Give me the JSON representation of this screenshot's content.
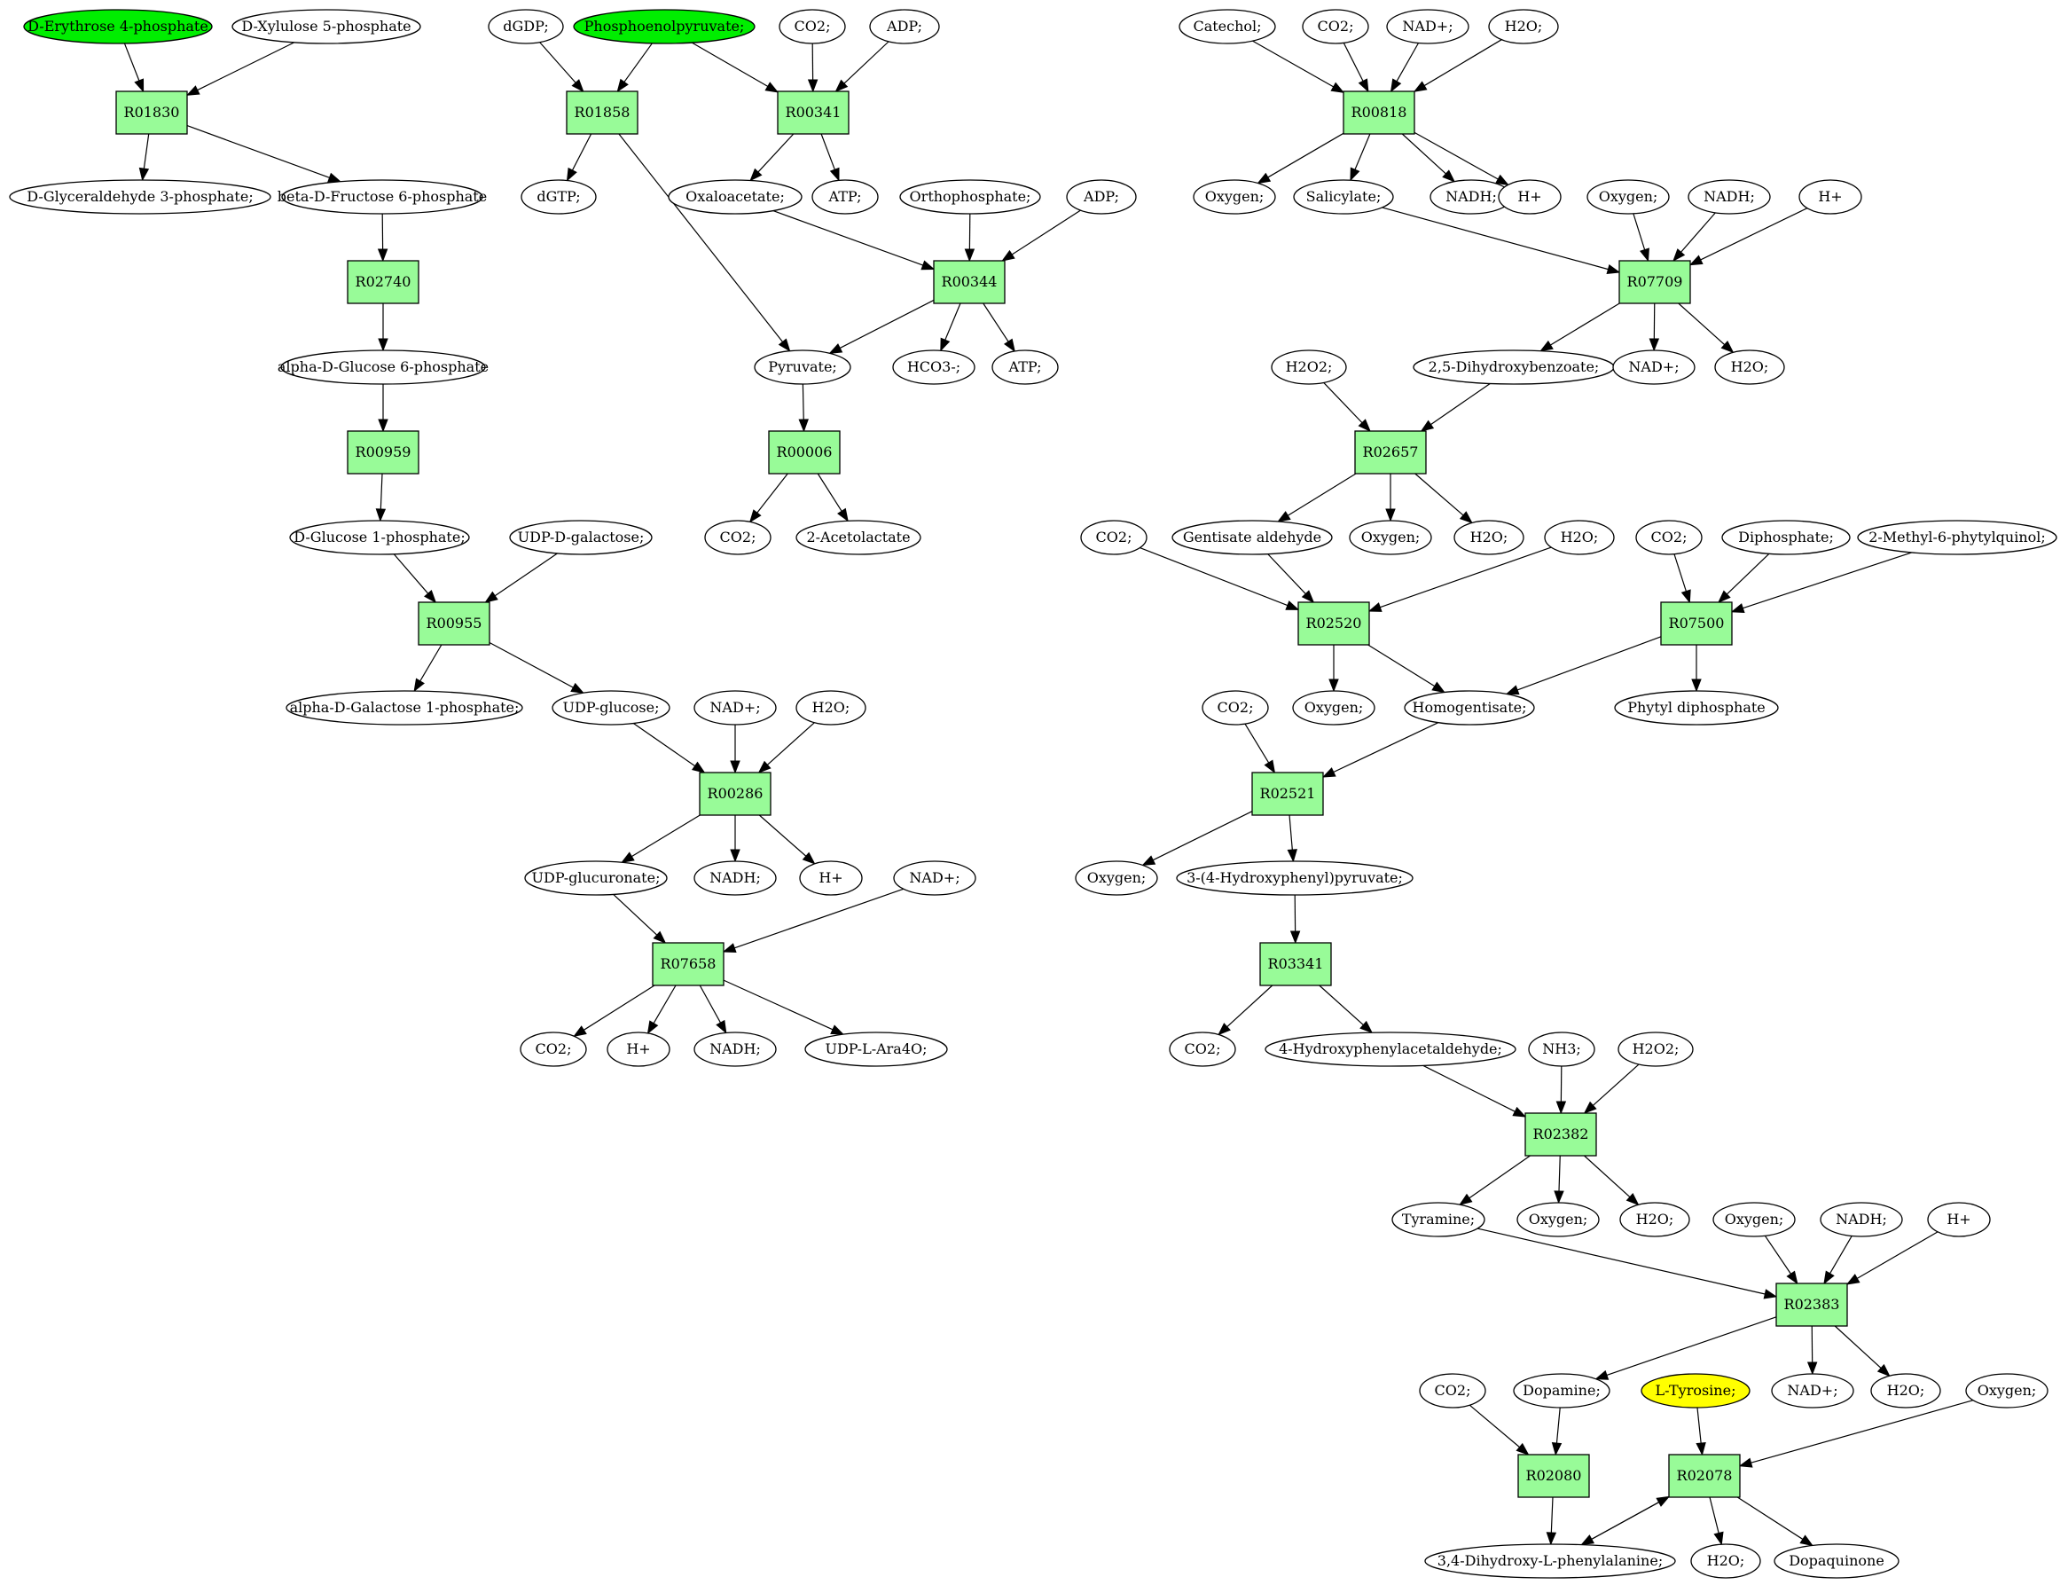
{
  "colors": {
    "reaction_fill": "#98fb98",
    "start_fill": "#00ee00",
    "target_fill": "#ffff00",
    "default_fill": "#ffffff",
    "stroke": "#000000"
  },
  "nodes": [
    {
      "id": "c_e4p",
      "label": "D-Erythrose 4-phosphate",
      "kind": "start"
    },
    {
      "id": "c_x5p",
      "label": "D-Xylulose 5-phosphate",
      "kind": "compound"
    },
    {
      "id": "r01830",
      "label": "R01830",
      "kind": "reaction"
    },
    {
      "id": "c_g3p",
      "label": "D-Glyceraldehyde 3-phosphate;",
      "kind": "compound"
    },
    {
      "id": "c_f6p",
      "label": "beta-D-Fructose 6-phosphate",
      "kind": "compound"
    },
    {
      "id": "r02740",
      "label": "R02740",
      "kind": "reaction"
    },
    {
      "id": "c_g6p",
      "label": "alpha-D-Glucose 6-phosphate",
      "kind": "compound"
    },
    {
      "id": "r00959",
      "label": "R00959",
      "kind": "reaction"
    },
    {
      "id": "c_g1p",
      "label": "D-Glucose 1-phosphate;",
      "kind": "compound"
    },
    {
      "id": "c_udpgal",
      "label": "UDP-D-galactose;",
      "kind": "compound"
    },
    {
      "id": "r00955",
      "label": "R00955",
      "kind": "reaction"
    },
    {
      "id": "c_gal1p",
      "label": "alpha-D-Galactose 1-phosphate;",
      "kind": "compound"
    },
    {
      "id": "c_udpglc",
      "label": "UDP-glucose;",
      "kind": "compound"
    },
    {
      "id": "c_nadp1",
      "label": "NAD+;",
      "kind": "compound"
    },
    {
      "id": "c_h2o1",
      "label": "H2O;",
      "kind": "compound"
    },
    {
      "id": "r00286",
      "label": "R00286",
      "kind": "reaction"
    },
    {
      "id": "c_udpglcua",
      "label": "UDP-glucuronate;",
      "kind": "compound"
    },
    {
      "id": "c_nadh1",
      "label": "NADH;",
      "kind": "compound"
    },
    {
      "id": "c_h1",
      "label": "H+",
      "kind": "compound"
    },
    {
      "id": "c_nadp2",
      "label": "NAD+;",
      "kind": "compound"
    },
    {
      "id": "r07658",
      "label": "R07658",
      "kind": "reaction"
    },
    {
      "id": "c_co2a",
      "label": "CO2;",
      "kind": "compound"
    },
    {
      "id": "c_h2",
      "label": "H+",
      "kind": "compound"
    },
    {
      "id": "c_nadh2",
      "label": "NADH;",
      "kind": "compound"
    },
    {
      "id": "c_udpara",
      "label": "UDP-L-Ara4O;",
      "kind": "compound"
    },
    {
      "id": "c_dgdp",
      "label": "dGDP;",
      "kind": "compound"
    },
    {
      "id": "c_pep",
      "label": "Phosphoenolpyruvate;",
      "kind": "start"
    },
    {
      "id": "c_co2b",
      "label": "CO2;",
      "kind": "compound"
    },
    {
      "id": "c_adp1",
      "label": "ADP;",
      "kind": "compound"
    },
    {
      "id": "r01858",
      "label": "R01858",
      "kind": "reaction"
    },
    {
      "id": "r00341",
      "label": "R00341",
      "kind": "reaction"
    },
    {
      "id": "c_dgtp",
      "label": "dGTP;",
      "kind": "compound"
    },
    {
      "id": "c_oaa",
      "label": "Oxaloacetate;",
      "kind": "compound"
    },
    {
      "id": "c_atp1",
      "label": "ATP;",
      "kind": "compound"
    },
    {
      "id": "c_pi",
      "label": "Orthophosphate;",
      "kind": "compound"
    },
    {
      "id": "c_adp2",
      "label": "ADP;",
      "kind": "compound"
    },
    {
      "id": "r00344",
      "label": "R00344",
      "kind": "reaction"
    },
    {
      "id": "c_pyr",
      "label": "Pyruvate;",
      "kind": "compound"
    },
    {
      "id": "c_hco3",
      "label": "HCO3-;",
      "kind": "compound"
    },
    {
      "id": "c_atp2",
      "label": "ATP;",
      "kind": "compound"
    },
    {
      "id": "r00006",
      "label": "R00006",
      "kind": "reaction"
    },
    {
      "id": "c_co2c",
      "label": "CO2;",
      "kind": "compound"
    },
    {
      "id": "c_acl",
      "label": "2-Acetolactate",
      "kind": "compound"
    },
    {
      "id": "c_cat",
      "label": "Catechol;",
      "kind": "compound"
    },
    {
      "id": "c_co2d",
      "label": "CO2;",
      "kind": "compound"
    },
    {
      "id": "c_nadp3",
      "label": "NAD+;",
      "kind": "compound"
    },
    {
      "id": "c_h2o2",
      "label": "H2O;",
      "kind": "compound"
    },
    {
      "id": "r00818",
      "label": "R00818",
      "kind": "reaction"
    },
    {
      "id": "c_o2a",
      "label": "Oxygen;",
      "kind": "compound"
    },
    {
      "id": "c_sal",
      "label": "Salicylate;",
      "kind": "compound"
    },
    {
      "id": "c_nadh3",
      "label": "NADH;",
      "kind": "compound"
    },
    {
      "id": "c_h3",
      "label": "H+",
      "kind": "compound"
    },
    {
      "id": "c_o2b",
      "label": "Oxygen;",
      "kind": "compound"
    },
    {
      "id": "c_nadh4",
      "label": "NADH;",
      "kind": "compound"
    },
    {
      "id": "c_h4",
      "label": "H+",
      "kind": "compound"
    },
    {
      "id": "r07709",
      "label": "R07709",
      "kind": "reaction"
    },
    {
      "id": "c_h2o2b",
      "label": "H2O2;",
      "kind": "compound"
    },
    {
      "id": "c_dhb",
      "label": "2,5-Dihydroxybenzoate;",
      "kind": "compound"
    },
    {
      "id": "c_nadp4",
      "label": "NAD+;",
      "kind": "compound"
    },
    {
      "id": "c_h2o3",
      "label": "H2O;",
      "kind": "compound"
    },
    {
      "id": "r02657",
      "label": "R02657",
      "kind": "reaction"
    },
    {
      "id": "c_co2e",
      "label": "CO2;",
      "kind": "compound"
    },
    {
      "id": "c_gald",
      "label": "Gentisate aldehyde",
      "kind": "compound"
    },
    {
      "id": "c_o2c",
      "label": "Oxygen;",
      "kind": "compound"
    },
    {
      "id": "c_h2o4",
      "label": "H2O;",
      "kind": "compound"
    },
    {
      "id": "c_h2o5",
      "label": "H2O;",
      "kind": "compound"
    },
    {
      "id": "c_co2f",
      "label": "CO2;",
      "kind": "compound"
    },
    {
      "id": "c_ppi",
      "label": "Diphosphate;",
      "kind": "compound"
    },
    {
      "id": "c_mpq",
      "label": "2-Methyl-6-phytylquinol;",
      "kind": "compound"
    },
    {
      "id": "r02520",
      "label": "R02520",
      "kind": "reaction"
    },
    {
      "id": "r07500",
      "label": "R07500",
      "kind": "reaction"
    },
    {
      "id": "c_co2g",
      "label": "CO2;",
      "kind": "compound"
    },
    {
      "id": "c_o2d",
      "label": "Oxygen;",
      "kind": "compound"
    },
    {
      "id": "c_hga",
      "label": "Homogentisate;",
      "kind": "compound"
    },
    {
      "id": "c_phytpp",
      "label": "Phytyl diphosphate",
      "kind": "compound"
    },
    {
      "id": "r02521",
      "label": "R02521",
      "kind": "reaction"
    },
    {
      "id": "c_o2e",
      "label": "Oxygen;",
      "kind": "compound"
    },
    {
      "id": "c_hpp",
      "label": "3-(4-Hydroxyphenyl)pyruvate;",
      "kind": "compound"
    },
    {
      "id": "r03341",
      "label": "R03341",
      "kind": "reaction"
    },
    {
      "id": "c_co2h",
      "label": "CO2;",
      "kind": "compound"
    },
    {
      "id": "c_hpa",
      "label": "4-Hydroxyphenylacetaldehyde;",
      "kind": "compound"
    },
    {
      "id": "c_nh3",
      "label": "NH3;",
      "kind": "compound"
    },
    {
      "id": "c_h2o2c",
      "label": "H2O2;",
      "kind": "compound"
    },
    {
      "id": "r02382",
      "label": "R02382",
      "kind": "reaction"
    },
    {
      "id": "c_tyr",
      "label": "Tyramine;",
      "kind": "compound"
    },
    {
      "id": "c_o2f",
      "label": "Oxygen;",
      "kind": "compound"
    },
    {
      "id": "c_h2o6",
      "label": "H2O;",
      "kind": "compound"
    },
    {
      "id": "c_o2g",
      "label": "Oxygen;",
      "kind": "compound"
    },
    {
      "id": "c_nadh5",
      "label": "NADH;",
      "kind": "compound"
    },
    {
      "id": "c_h5",
      "label": "H+",
      "kind": "compound"
    },
    {
      "id": "r02383",
      "label": "R02383",
      "kind": "reaction"
    },
    {
      "id": "c_co2i",
      "label": "CO2;",
      "kind": "compound"
    },
    {
      "id": "c_dop",
      "label": "Dopamine;",
      "kind": "compound"
    },
    {
      "id": "c_ltyr",
      "label": "L-Tyrosine;",
      "kind": "target"
    },
    {
      "id": "c_nadp5",
      "label": "NAD+;",
      "kind": "compound"
    },
    {
      "id": "c_h2o7",
      "label": "H2O;",
      "kind": "compound"
    },
    {
      "id": "c_o2h",
      "label": "Oxygen;",
      "kind": "compound"
    },
    {
      "id": "r02080",
      "label": "R02080",
      "kind": "reaction"
    },
    {
      "id": "r02078",
      "label": "R02078",
      "kind": "reaction"
    },
    {
      "id": "c_dopa",
      "label": "3,4-Dihydroxy-L-phenylalanine;",
      "kind": "compound"
    },
    {
      "id": "c_h2o8",
      "label": "H2O;",
      "kind": "compound"
    },
    {
      "id": "c_dopaq",
      "label": "Dopaquinone",
      "kind": "compound"
    }
  ],
  "edges": [
    [
      "c_e4p",
      "r01830"
    ],
    [
      "c_x5p",
      "r01830"
    ],
    [
      "r01830",
      "c_g3p"
    ],
    [
      "r01830",
      "c_f6p"
    ],
    [
      "c_f6p",
      "r02740"
    ],
    [
      "r02740",
      "c_g6p"
    ],
    [
      "c_g6p",
      "r00959"
    ],
    [
      "r00959",
      "c_g1p"
    ],
    [
      "c_g1p",
      "r00955"
    ],
    [
      "c_udpgal",
      "r00955"
    ],
    [
      "r00955",
      "c_gal1p"
    ],
    [
      "r00955",
      "c_udpglc"
    ],
    [
      "c_udpglc",
      "r00286"
    ],
    [
      "c_nadp1",
      "r00286"
    ],
    [
      "c_h2o1",
      "r00286"
    ],
    [
      "r00286",
      "c_udpglcua"
    ],
    [
      "r00286",
      "c_nadh1"
    ],
    [
      "r00286",
      "c_h1"
    ],
    [
      "c_udpglcua",
      "r07658"
    ],
    [
      "c_nadp2",
      "r07658"
    ],
    [
      "r07658",
      "c_co2a"
    ],
    [
      "r07658",
      "c_h2"
    ],
    [
      "r07658",
      "c_nadh2"
    ],
    [
      "r07658",
      "c_udpara"
    ],
    [
      "c_dgdp",
      "r01858"
    ],
    [
      "c_pep",
      "r01858"
    ],
    [
      "r01858",
      "c_dgtp"
    ],
    [
      "r01858",
      "c_pyr"
    ],
    [
      "c_pep",
      "r00341"
    ],
    [
      "c_co2b",
      "r00341"
    ],
    [
      "c_adp1",
      "r00341"
    ],
    [
      "r00341",
      "c_oaa"
    ],
    [
      "r00341",
      "c_atp1"
    ],
    [
      "c_oaa",
      "r00344"
    ],
    [
      "c_pi",
      "r00344"
    ],
    [
      "c_adp2",
      "r00344"
    ],
    [
      "r00344",
      "c_pyr"
    ],
    [
      "r00344",
      "c_hco3"
    ],
    [
      "r00344",
      "c_atp2"
    ],
    [
      "c_pyr",
      "r00006"
    ],
    [
      "r00006",
      "c_co2c"
    ],
    [
      "r00006",
      "c_acl"
    ],
    [
      "c_cat",
      "r00818"
    ],
    [
      "c_co2d",
      "r00818"
    ],
    [
      "c_nadp3",
      "r00818"
    ],
    [
      "c_h2o2",
      "r00818"
    ],
    [
      "r00818",
      "c_o2a"
    ],
    [
      "r00818",
      "c_sal"
    ],
    [
      "r00818",
      "c_nadh3"
    ],
    [
      "r00818",
      "c_h3"
    ],
    [
      "c_sal",
      "r07709"
    ],
    [
      "c_o2b",
      "r07709"
    ],
    [
      "c_nadh4",
      "r07709"
    ],
    [
      "c_h4",
      "r07709"
    ],
    [
      "r07709",
      "c_dhb"
    ],
    [
      "r07709",
      "c_nadp4"
    ],
    [
      "r07709",
      "c_h2o3"
    ],
    [
      "c_h2o2b",
      "r02657"
    ],
    [
      "c_dhb",
      "r02657"
    ],
    [
      "r02657",
      "c_gald"
    ],
    [
      "r02657",
      "c_o2c"
    ],
    [
      "r02657",
      "c_h2o4"
    ],
    [
      "c_co2e",
      "r02520"
    ],
    [
      "c_gald",
      "r02520"
    ],
    [
      "c_h2o5",
      "r02520"
    ],
    [
      "r02520",
      "c_o2d"
    ],
    [
      "r02520",
      "c_hga"
    ],
    [
      "c_co2f",
      "r07500"
    ],
    [
      "c_ppi",
      "r07500"
    ],
    [
      "c_mpq",
      "r07500"
    ],
    [
      "r07500",
      "c_hga"
    ],
    [
      "r07500",
      "c_phytpp"
    ],
    [
      "c_co2g",
      "r02521"
    ],
    [
      "c_hga",
      "r02521"
    ],
    [
      "r02521",
      "c_o2e"
    ],
    [
      "r02521",
      "c_hpp"
    ],
    [
      "c_hpp",
      "r03341"
    ],
    [
      "r03341",
      "c_co2h"
    ],
    [
      "r03341",
      "c_hpa"
    ],
    [
      "c_hpa",
      "r02382"
    ],
    [
      "c_nh3",
      "r02382"
    ],
    [
      "c_h2o2c",
      "r02382"
    ],
    [
      "r02382",
      "c_tyr"
    ],
    [
      "r02382",
      "c_o2f"
    ],
    [
      "r02382",
      "c_h2o6"
    ],
    [
      "c_tyr",
      "r02383"
    ],
    [
      "c_o2g",
      "r02383"
    ],
    [
      "c_nadh5",
      "r02383"
    ],
    [
      "c_h5",
      "r02383"
    ],
    [
      "r02383",
      "c_dop"
    ],
    [
      "r02383",
      "c_nadp5"
    ],
    [
      "r02383",
      "c_h2o7"
    ],
    [
      "c_co2i",
      "r02080"
    ],
    [
      "c_dop",
      "r02080"
    ],
    [
      "r02080",
      "c_dopa"
    ],
    [
      "c_ltyr",
      "r02078"
    ],
    [
      "c_o2h",
      "r02078"
    ],
    [
      "r02078",
      "c_dopa"
    ],
    [
      "c_dopa",
      "r02078"
    ],
    [
      "r02078",
      "c_h2o8"
    ],
    [
      "r02078",
      "c_dopaq"
    ]
  ]
}
